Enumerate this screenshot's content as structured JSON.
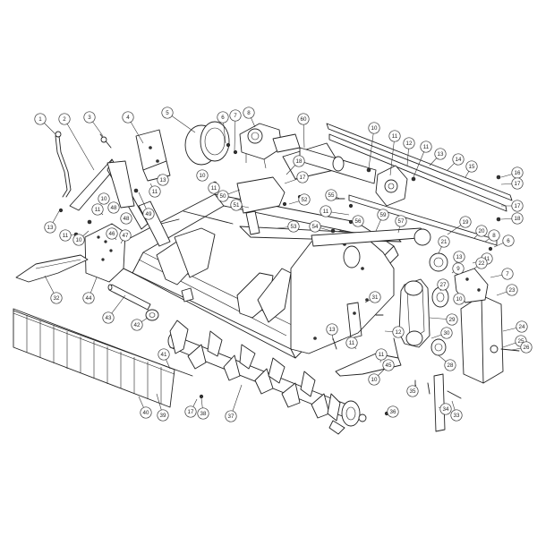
{
  "callouts": [
    "1",
    "2",
    "3",
    "4",
    "5",
    "6",
    "7",
    "8",
    "9",
    "10",
    "11",
    "12",
    "13",
    "14",
    "15",
    "16",
    "17",
    "18",
    "19",
    "20",
    "21",
    "22",
    "23",
    "24",
    "25",
    "26",
    "27",
    "28",
    "29",
    "30",
    "31",
    "32",
    "33",
    "34",
    "35",
    "36",
    "37",
    "38",
    "39",
    "40",
    "41",
    "42",
    "43",
    "44",
    "45",
    "46",
    "47",
    "48",
    "49",
    "50",
    "51",
    "52",
    "53",
    "54",
    "55",
    "56",
    "57",
    "59",
    "60"
  ]
}
